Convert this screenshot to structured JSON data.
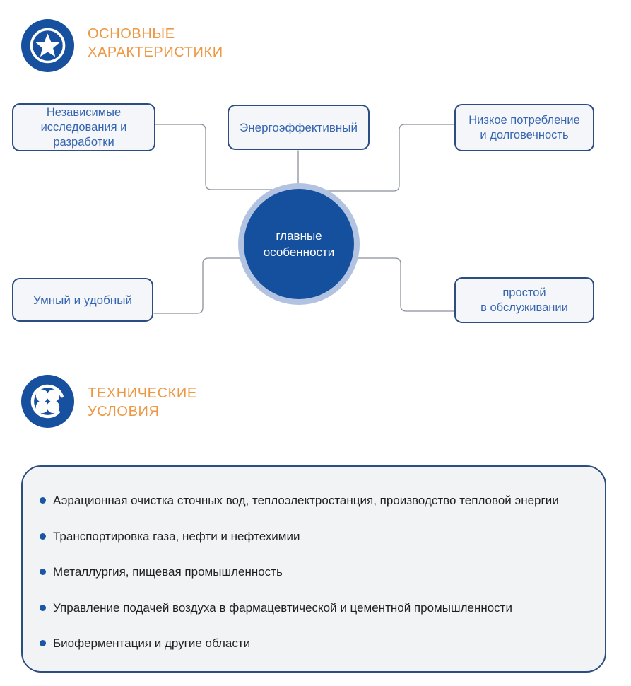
{
  "features": {
    "title": [
      "ОСНОВНЫЕ",
      "ХАРАКТЕРИСТИКИ"
    ],
    "center": [
      "главные",
      "особенности"
    ],
    "nodes": {
      "top_left": [
        "Независимые",
        "исследования и",
        "разработки"
      ],
      "top_center": [
        "Энергоэффективный"
      ],
      "top_right": [
        "Низкое потребление",
        "и долговечность"
      ],
      "bottom_left": [
        "Умный и удобный"
      ],
      "bottom_right": [
        "простой",
        "в обслуживании"
      ]
    }
  },
  "specs": {
    "title": [
      "ТЕХНИЧЕСКИЕ",
      "УСЛОВИЯ"
    ],
    "items": [
      "Аэрационная очистка сточных вод, теплоэлектростанция, производство тепловой энергии",
      "Транспортировка газа, нефти и нефтехимии",
      "Металлургия, пищевая промышленность",
      "Управление подачей воздуха в фармацевтической и цементной промышленности",
      "Биоферментация и другие области"
    ]
  },
  "colors": {
    "icon_blue": "#17509e",
    "accent_orange": "#ED9742",
    "node_text_blue": "#3565b0",
    "node_border_navy": "#2c4d80",
    "node_bg": "#f4f6f9",
    "hub_fill": "#15509f",
    "hub_ring": "#b2c2e1",
    "connector_gray": "#8b919b",
    "list_text": "#1f2023",
    "bullet_blue": "#1b55a6"
  }
}
